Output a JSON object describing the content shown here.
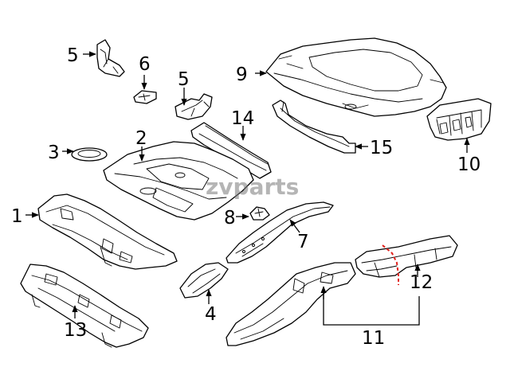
{
  "watermark": {
    "text": "zvparts",
    "color": "#7a7a7a"
  },
  "colors": {
    "line": "#000000",
    "background": "#ffffff",
    "cut_line": "#e0201b"
  },
  "callouts": [
    {
      "id": "1",
      "label": "1"
    },
    {
      "id": "2",
      "label": "2"
    },
    {
      "id": "3",
      "label": "3"
    },
    {
      "id": "4",
      "label": "4"
    },
    {
      "id": "5a",
      "label": "5"
    },
    {
      "id": "5b",
      "label": "5"
    },
    {
      "id": "6",
      "label": "6"
    },
    {
      "id": "7",
      "label": "7"
    },
    {
      "id": "8",
      "label": "8"
    },
    {
      "id": "9",
      "label": "9"
    },
    {
      "id": "10",
      "label": "10"
    },
    {
      "id": "11",
      "label": "11"
    },
    {
      "id": "12",
      "label": "12"
    },
    {
      "id": "13",
      "label": "13"
    },
    {
      "id": "14",
      "label": "14"
    },
    {
      "id": "15",
      "label": "15"
    }
  ]
}
